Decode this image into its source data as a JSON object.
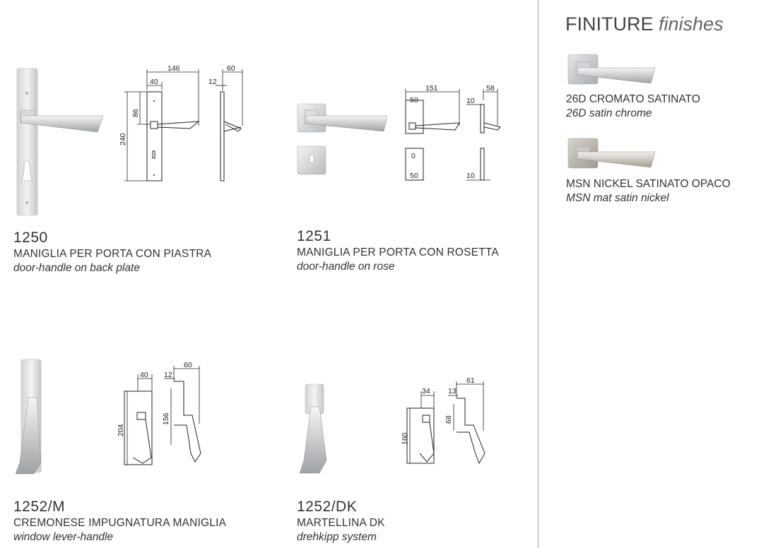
{
  "products": [
    {
      "code": "1250",
      "name_it": "MANIGLIA PER PORTA CON PIASTRA",
      "name_en": "door-handle on back plate",
      "dims": {
        "width": "146",
        "a": "40",
        "b": "86",
        "height": "240",
        "depth": "60",
        "c": "12"
      }
    },
    {
      "code": "1251",
      "name_it": "MANIGLIA PER PORTA CON ROSETTA",
      "name_en": "door-handle on rose",
      "dims": {
        "width": "151",
        "a": "50",
        "depth": "58",
        "c": "10",
        "d": "50",
        "e": "10"
      }
    },
    {
      "code": "1252/M",
      "name_it": "CREMONESE IMPUGNATURA MANIGLIA",
      "name_en": "window lever-handle",
      "dims": {
        "a": "40",
        "height": "204",
        "c": "12",
        "depth": "60",
        "b": "156"
      }
    },
    {
      "code": "1252/DK",
      "name_it": "MARTELLINA DK",
      "name_en": "drehkipp system",
      "dims": {
        "a": "34",
        "height": "160",
        "c": "13",
        "depth": "61",
        "b": "68"
      }
    }
  ],
  "finishes": {
    "title": "FINITURE",
    "title_en": "finishes",
    "items": [
      {
        "name_it": "26D CROMATO SATINATO",
        "name_en": "26D satin chrome",
        "color": "#b9bcc0"
      },
      {
        "name_it": "MSN NICKEL SATINATO OPACO",
        "name_en": "MSN mat satin nickel",
        "color": "#b8b3aa"
      }
    ]
  }
}
